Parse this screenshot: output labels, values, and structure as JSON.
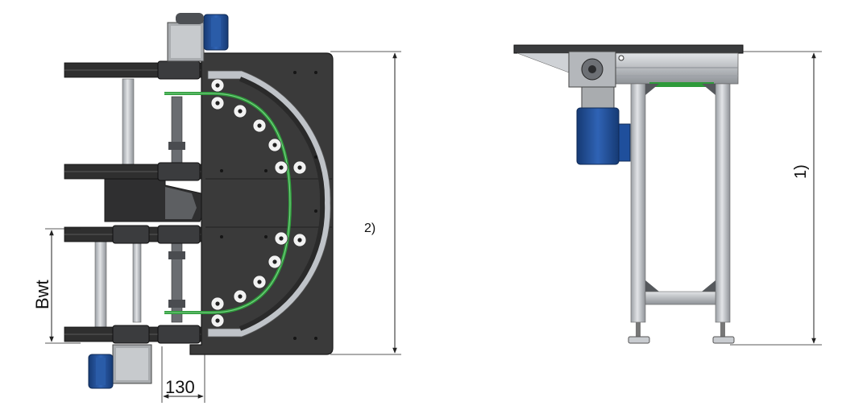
{
  "labels": {
    "bwt": "Bwt",
    "dim_130": "130",
    "note_2": "2)",
    "note_1": "1)"
  },
  "colors": {
    "plate": "#3a3a3a",
    "plate_dark": "#2b2b2b",
    "rail": "#2f2f2f",
    "rail_edge": "#5a5a5a",
    "aluminum": "#c9ccd0",
    "aluminum_dark": "#8e9297",
    "belt_green": "#2e9a3a",
    "roller_white": "#f2f2f2",
    "motor_blue": "#1f4f9c",
    "motor_blue_dark": "#163a74",
    "gearbox_gray": "#a9acaf",
    "dim_line": "#222222"
  },
  "icons": {
    "roller": "roller-icon",
    "motor": "motor-icon"
  }
}
